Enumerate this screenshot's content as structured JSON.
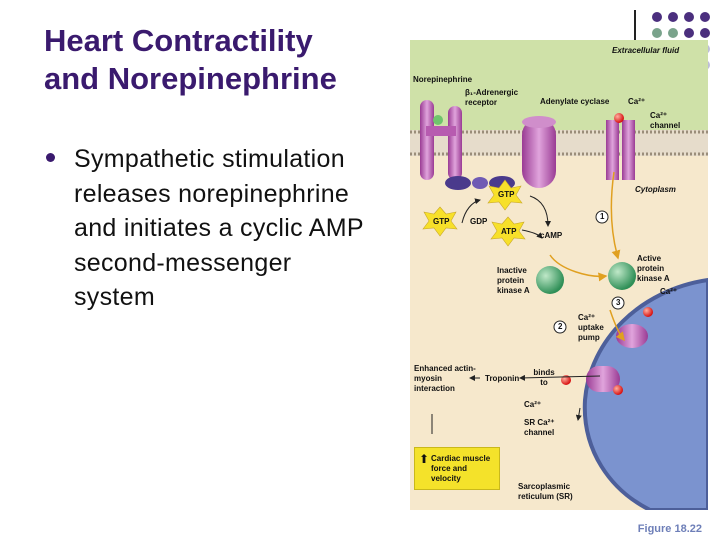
{
  "slide": {
    "title_line1": "Heart Contractility",
    "title_line2": "and Norepinephrine",
    "bullet_text": "Sympathetic stimulation releases norepinephrine and initiates a cyclic AMP second-messenger system",
    "figure_caption": "Figure 18.22"
  },
  "figure": {
    "extracellular_fluid": "Extracellular fluid",
    "norepinephrine": "Norepinephrine",
    "beta1_receptor": "β₁-Adrenergic receptor",
    "adenylate_cyclase": "Adenylate cyclase",
    "ca_top": "Ca²⁺",
    "ca_channel": "Ca²⁺ channel",
    "cytoplasm": "Cytoplasm",
    "gtp_a": "GTP",
    "gtp_b": "GTP",
    "gdp": "GDP",
    "atp": "ATP",
    "camp": "cAMP",
    "step1": "1",
    "step2": "2",
    "step3": "3",
    "inactive_pka": "Inactive protein kinase A",
    "active_pka": "Active protein kinase A",
    "ca_pka": "Ca²⁺",
    "ca_uptake_pump": "Ca²⁺ uptake pump",
    "enhanced": "Enhanced actin-myosin interaction",
    "troponin": "Troponin",
    "binds_to": "binds to",
    "ca_sr": "Ca²⁺",
    "sr_ca_channel": "SR Ca²⁺ channel",
    "cardiac_muscle": "Cardiac muscle force and velocity",
    "up_arrow": "⬆",
    "sarcoplasmic": "Sarcoplasmic reticulum (SR)"
  },
  "colors": {
    "title": "#3a1a6e",
    "membrane_bg": "#cfe1a8",
    "cytoplasm_bg": "#f6e8cc",
    "sr": "#7b93cf",
    "receptor": "#b75bb0",
    "yellow_highlight": "#f4e22a"
  }
}
